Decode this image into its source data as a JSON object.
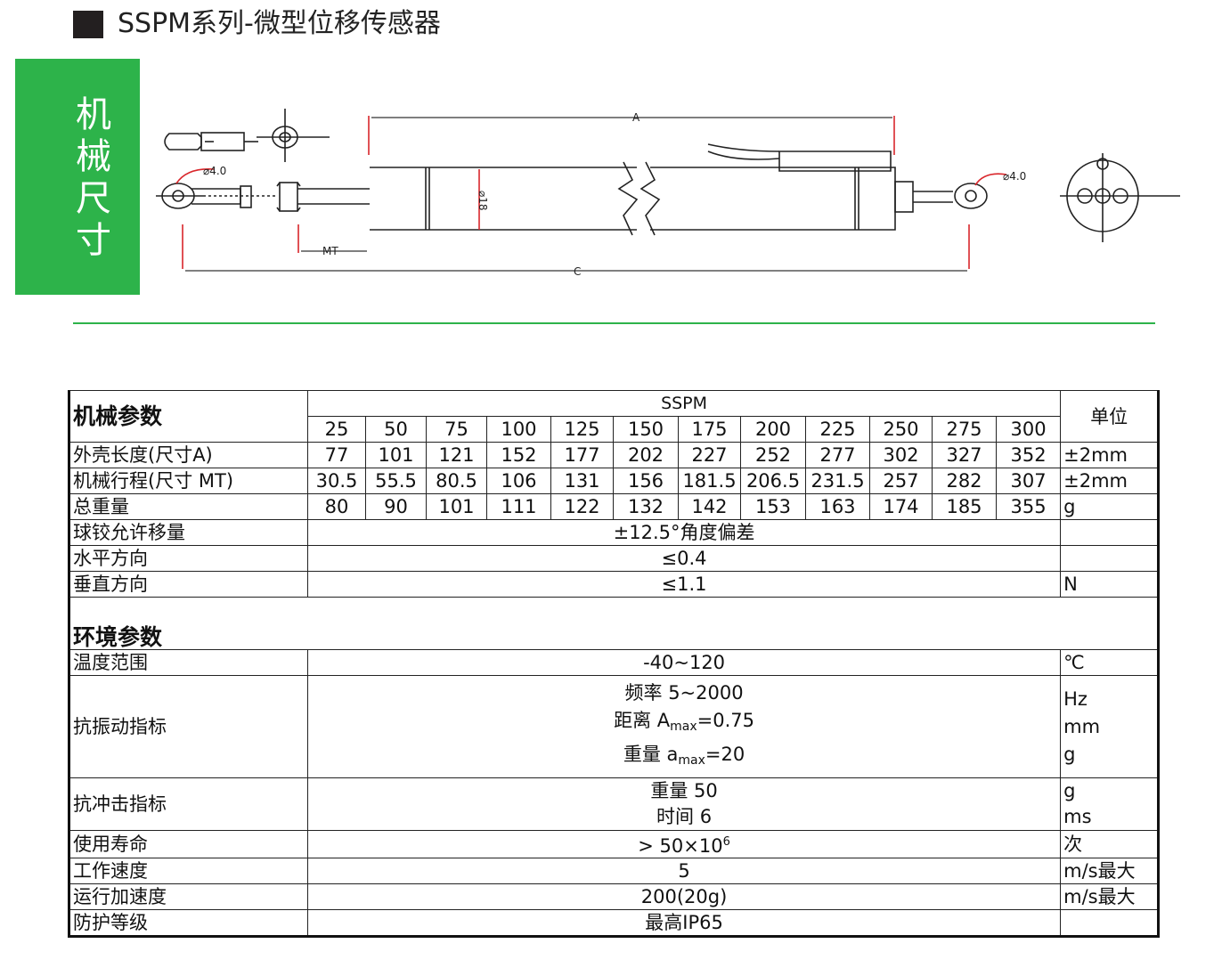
{
  "header": {
    "title": "SSPM系列-微型位移传感器",
    "side_tab": [
      "机",
      "械",
      "尺",
      "寸"
    ]
  },
  "drawing": {
    "dim_a": "A",
    "dim_c": "C",
    "dim_mt": "MT",
    "dia_left": "⌀4.0",
    "dia_right": "⌀4.0",
    "dia_body": "⌀18"
  },
  "table": {
    "mech_title": "机械参数",
    "model": "SSPM",
    "unit_header": "单位",
    "strokes": [
      "25",
      "50",
      "75",
      "100",
      "125",
      "150",
      "175",
      "200",
      "225",
      "250",
      "275",
      "300"
    ],
    "rows": [
      {
        "label": "外壳长度(尺寸A)",
        "values": [
          "77",
          "101",
          "121",
          "152",
          "177",
          "202",
          "227",
          "252",
          "277",
          "302",
          "327",
          "352"
        ],
        "unit": "±2mm"
      },
      {
        "label": "机械行程(尺寸 MT)",
        "values": [
          "30.5",
          "55.5",
          "80.5",
          "106",
          "131",
          "156",
          "181.5",
          "206.5",
          "231.5",
          "257",
          "282",
          "307"
        ],
        "unit": "±2mm"
      },
      {
        "label": "总重量",
        "values": [
          "80",
          "90",
          "101",
          "111",
          "122",
          "132",
          "142",
          "153",
          "163",
          "174",
          "185",
          "355"
        ],
        "unit": "g"
      }
    ],
    "span_rows": [
      {
        "label": "球铰允许移量",
        "value": "±12.5°角度偏差",
        "unit": ""
      },
      {
        "label": "水平方向",
        "value": "≤0.4",
        "unit": ""
      },
      {
        "label": "垂直方向",
        "value": "≤1.1",
        "unit": "N"
      }
    ],
    "env_title": "环境参数",
    "temp": {
      "label": "温度范围",
      "value": "-40~120",
      "unit": "℃"
    },
    "vib": {
      "label": "抗振动指标",
      "line1": "频率 5~2000",
      "line2_pre": "距离 A",
      "line2_sub": "max",
      "line2_post": "=0.75",
      "line3_pre": "重量 a",
      "line3_sub": "max",
      "line3_post": "=20",
      "unit1": "Hz",
      "unit2": "mm",
      "unit3": "g"
    },
    "shock": {
      "label": "抗冲击指标",
      "line1": "重量 50",
      "line2": "时间 6",
      "unit1": "g",
      "unit2": "ms"
    },
    "life": {
      "label": "使用寿命",
      "value_pre": "> 50×10",
      "value_sup": "6",
      "unit": "次"
    },
    "speed": {
      "label": "工作速度",
      "value": "5",
      "unit": "m/s最大"
    },
    "accel": {
      "label": "运行加速度",
      "value": "200(20g)",
      "unit": "m/s最大"
    },
    "ip": {
      "label": "防护等级",
      "value": "最高IP65",
      "unit": ""
    }
  }
}
